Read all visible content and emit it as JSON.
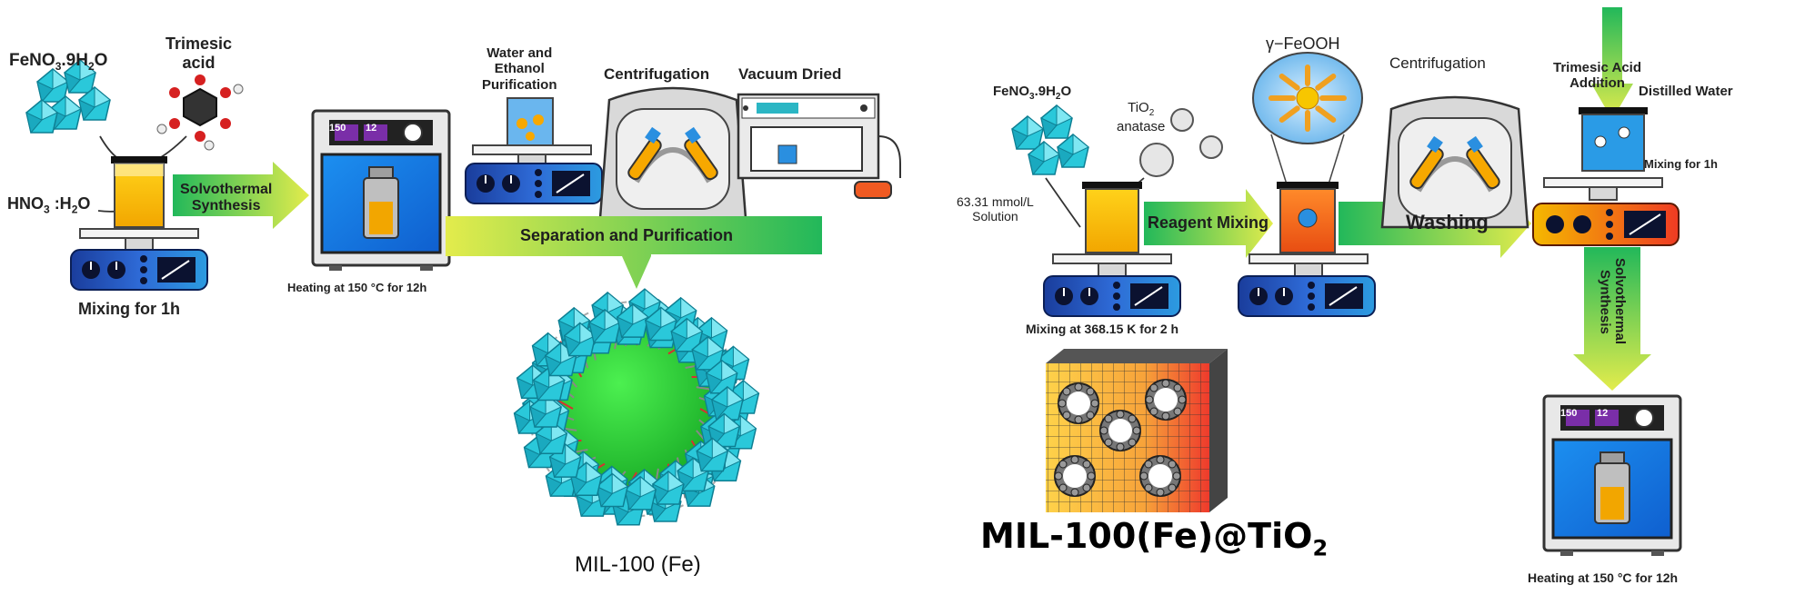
{
  "left_process": {
    "precursor_label": "FeNO",
    "precursor_sub1": "3",
    "precursor_suffix": ".9H",
    "precursor_sub2": "2",
    "precursor_end": "O",
    "acid_label_line1": "Trimesic",
    "acid_label_line2": "acid",
    "solvent_prefix": "HNO",
    "solvent_sub1": "3",
    "solvent_mid": " :H",
    "solvent_sub2": "2",
    "solvent_end": "O",
    "mixing_caption": "Mixing for 1h",
    "arrow1_line1": "Solvothermal",
    "arrow1_line2": "Synthesis",
    "oven_display_1": "150",
    "oven_display_2": "12",
    "oven_caption": "Heating at 150 °C for 12h",
    "purify_line1": "Water and",
    "purify_line2": "Ethanol",
    "purify_line3": "Purification",
    "centrifuge_label": "Centrifugation",
    "vacuum_label": "Vacuum Dried",
    "separation_arrow": "Separation and Purification",
    "product_label": "MIL-100 (Fe)"
  },
  "right_process": {
    "precursor_label": "FeNO",
    "precursor_sub1": "3",
    "precursor_suffix": ".9H",
    "precursor_sub2": "2",
    "precursor_end": "O",
    "tio2_prefix": "TiO",
    "tio2_sub": "2",
    "tio2_line2": "anatase",
    "solution_line1": "63.31 mmol/L",
    "solution_line2": "Solution",
    "reagent_arrow": "Reagent Mixing",
    "mixing_caption": "Mixing at 368.15 K for 2 h",
    "feooh_label": "γ−FeOOH",
    "washing_arrow": "Washing",
    "centrifuge_label": "Centrifugation",
    "trimesic_line1": "Trimesic Acid",
    "trimesic_line2": "Addition",
    "water_label": "Distilled Water",
    "mix1h_label": "Mixing for 1h",
    "vertical_arrow_line1": "Solvothermal",
    "vertical_arrow_line2": "Synthesis",
    "oven_display_1": "150",
    "oven_display_2": "12",
    "oven_caption": "Heating at 150 °C for 12h",
    "product_prefix": "MIL-100(Fe)@TiO",
    "product_sub": "2"
  },
  "colors": {
    "stirrer_blue": "#1f4fb0",
    "arrow_green": "#2cbf5a",
    "arrow_yellow": "#d9e84a",
    "liquid_yellow": "#f7c600",
    "octahedron_cyan": "#29c6d8",
    "sphere_green": "#23c83a",
    "heat_orange": "#f05a22"
  }
}
